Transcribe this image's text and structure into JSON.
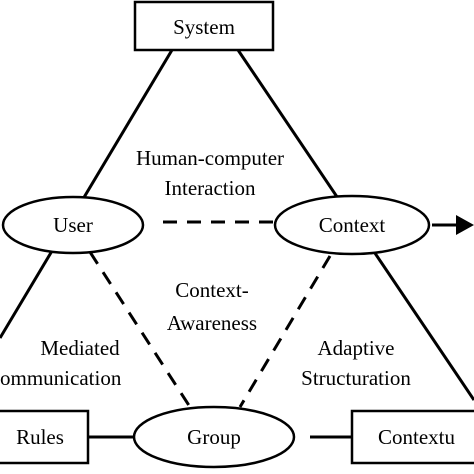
{
  "nodes": {
    "system": "System",
    "user": "User",
    "context": "Context",
    "group": "Group",
    "rules": "Rules",
    "contextual": "Contextu"
  },
  "edge_labels": {
    "human_computer_1": "Human-computer",
    "human_computer_2": "Interaction",
    "context_awareness_1": "Context-",
    "context_awareness_2": "Awareness",
    "mediated_1": "Mediated",
    "mediated_2": "ommunication",
    "adaptive_1": "Adaptive",
    "adaptive_2": "Structuration"
  },
  "colors": {
    "stroke": "#000000",
    "fill": "#ffffff"
  }
}
